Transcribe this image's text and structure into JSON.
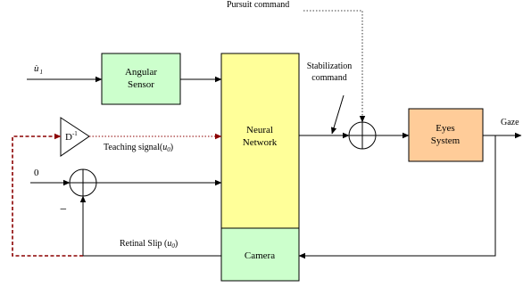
{
  "labels": {
    "pursuit_command": "Pursuit command",
    "stabilization_line1": "Stabilization",
    "stabilization_line2": "command",
    "input_symbol": "ù",
    "input_subscript": "1",
    "teaching_signal": "Teaching signal(",
    "teaching_symbol": "u",
    "teaching_subscript": "0",
    "teaching_close": ")",
    "zero_input": "0",
    "minus_sign": "−",
    "retinal_slip": "Retinal Slip (",
    "retinal_symbol": "u",
    "retinal_subscript": "0",
    "retinal_close": ")",
    "gaze": "Gaze",
    "gain_block_base": "D",
    "gain_block_exp": "-1"
  },
  "blocks": {
    "angular_sensor_line1": "Angular",
    "angular_sensor_line2": "Sensor",
    "neural_network_line1": "Neural",
    "neural_network_line2": "Network",
    "eyes_system_line1": "Eyes",
    "eyes_system_line2": "System",
    "camera": "Camera"
  },
  "colors": {
    "angular_sensor_fill": "#CCFFCC",
    "camera_fill": "#CCFFCC",
    "neural_network_fill": "#FFFF99",
    "eyes_system_fill": "#FFCC99",
    "teaching_feedback_line": "#8B0000"
  }
}
